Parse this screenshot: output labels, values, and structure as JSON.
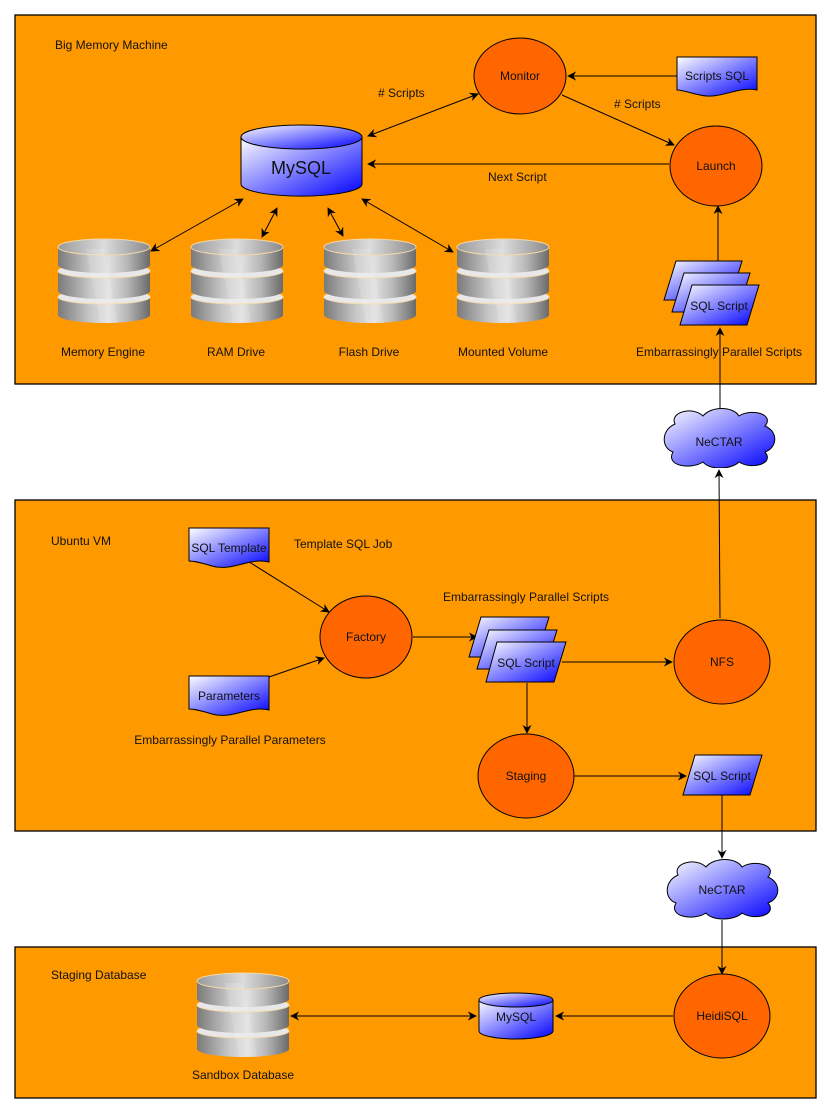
{
  "containers": {
    "big_memory": {
      "title": "Big Memory Machine"
    },
    "ubuntu_vm": {
      "title": "Ubuntu VM"
    },
    "staging_db": {
      "title": "Staging Database"
    }
  },
  "colors": {
    "container_fill": "#FF9900",
    "process_fill": "#FF6600",
    "gradient_start": "#FFFFFF",
    "gradient_end": "#0000FF",
    "storage_gray": "#A0A0A0"
  },
  "nodes": {
    "mysql_main": "MySQL",
    "monitor": "Monitor",
    "launch": "Launch",
    "scripts_sql": "Scripts SQL",
    "sql_script_stack_top": "SQL Script",
    "parallel_scripts_top": "Embarrassingly Parallel Scripts",
    "memory_engine": "Memory Engine",
    "ram_drive": "RAM Drive",
    "flash_drive": "Flash Drive",
    "mounted_volume": "Mounted Volume",
    "nectar_1": "NeCTAR",
    "sql_template": "SQL Template",
    "template_sql_job": "Template SQL Job",
    "factory": "Factory",
    "parameters": "Parameters",
    "parallel_parameters": "Embarrassingly Parallel Parameters",
    "parallel_scripts_mid": "Embarrassingly Parallel Scripts",
    "sql_script_stack_mid": "SQL Script",
    "nfs": "NFS",
    "staging": "Staging",
    "sql_script_single": "SQL Script",
    "nectar_2": "NeCTAR",
    "heidisql": "HeidiSQL",
    "mysql_small": "MySQL",
    "sandbox_db": "Sandbox Database"
  },
  "edge_labels": {
    "scripts_count_1": "# Scripts",
    "scripts_count_2": "# Scripts",
    "next_script": "Next Script"
  }
}
